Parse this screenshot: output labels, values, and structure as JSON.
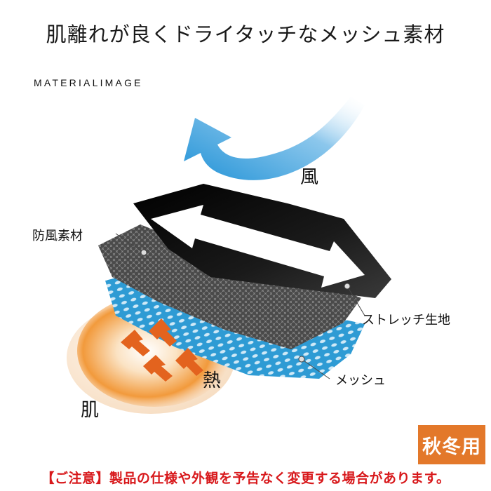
{
  "headline": "肌離れが良くドライタッチなメッシュ素材",
  "subhead": "MATERIALIMAGE",
  "labels": {
    "wind": "風",
    "windproof": "防風素材",
    "stretch": "ストレッチ生地",
    "mesh": "メッシュ",
    "heat": "熱",
    "skin": "肌"
  },
  "badge": "秋冬用",
  "notice": "【ご注意】製品の仕様や外観を予告なく変更する場合があります。",
  "colors": {
    "wind_arrow": "#4ba5dd",
    "windproof_layer": "#101010",
    "stretch_layer": "#4a4a4a",
    "mesh_layer": "#2e9bd4",
    "heat_glow": "#f08a2a",
    "badge": "#e3782a",
    "notice": "#d8191c"
  },
  "icons": [
    "wind-arrow-icon",
    "stretch-arrow-icon",
    "heat-arrows-icon"
  ]
}
